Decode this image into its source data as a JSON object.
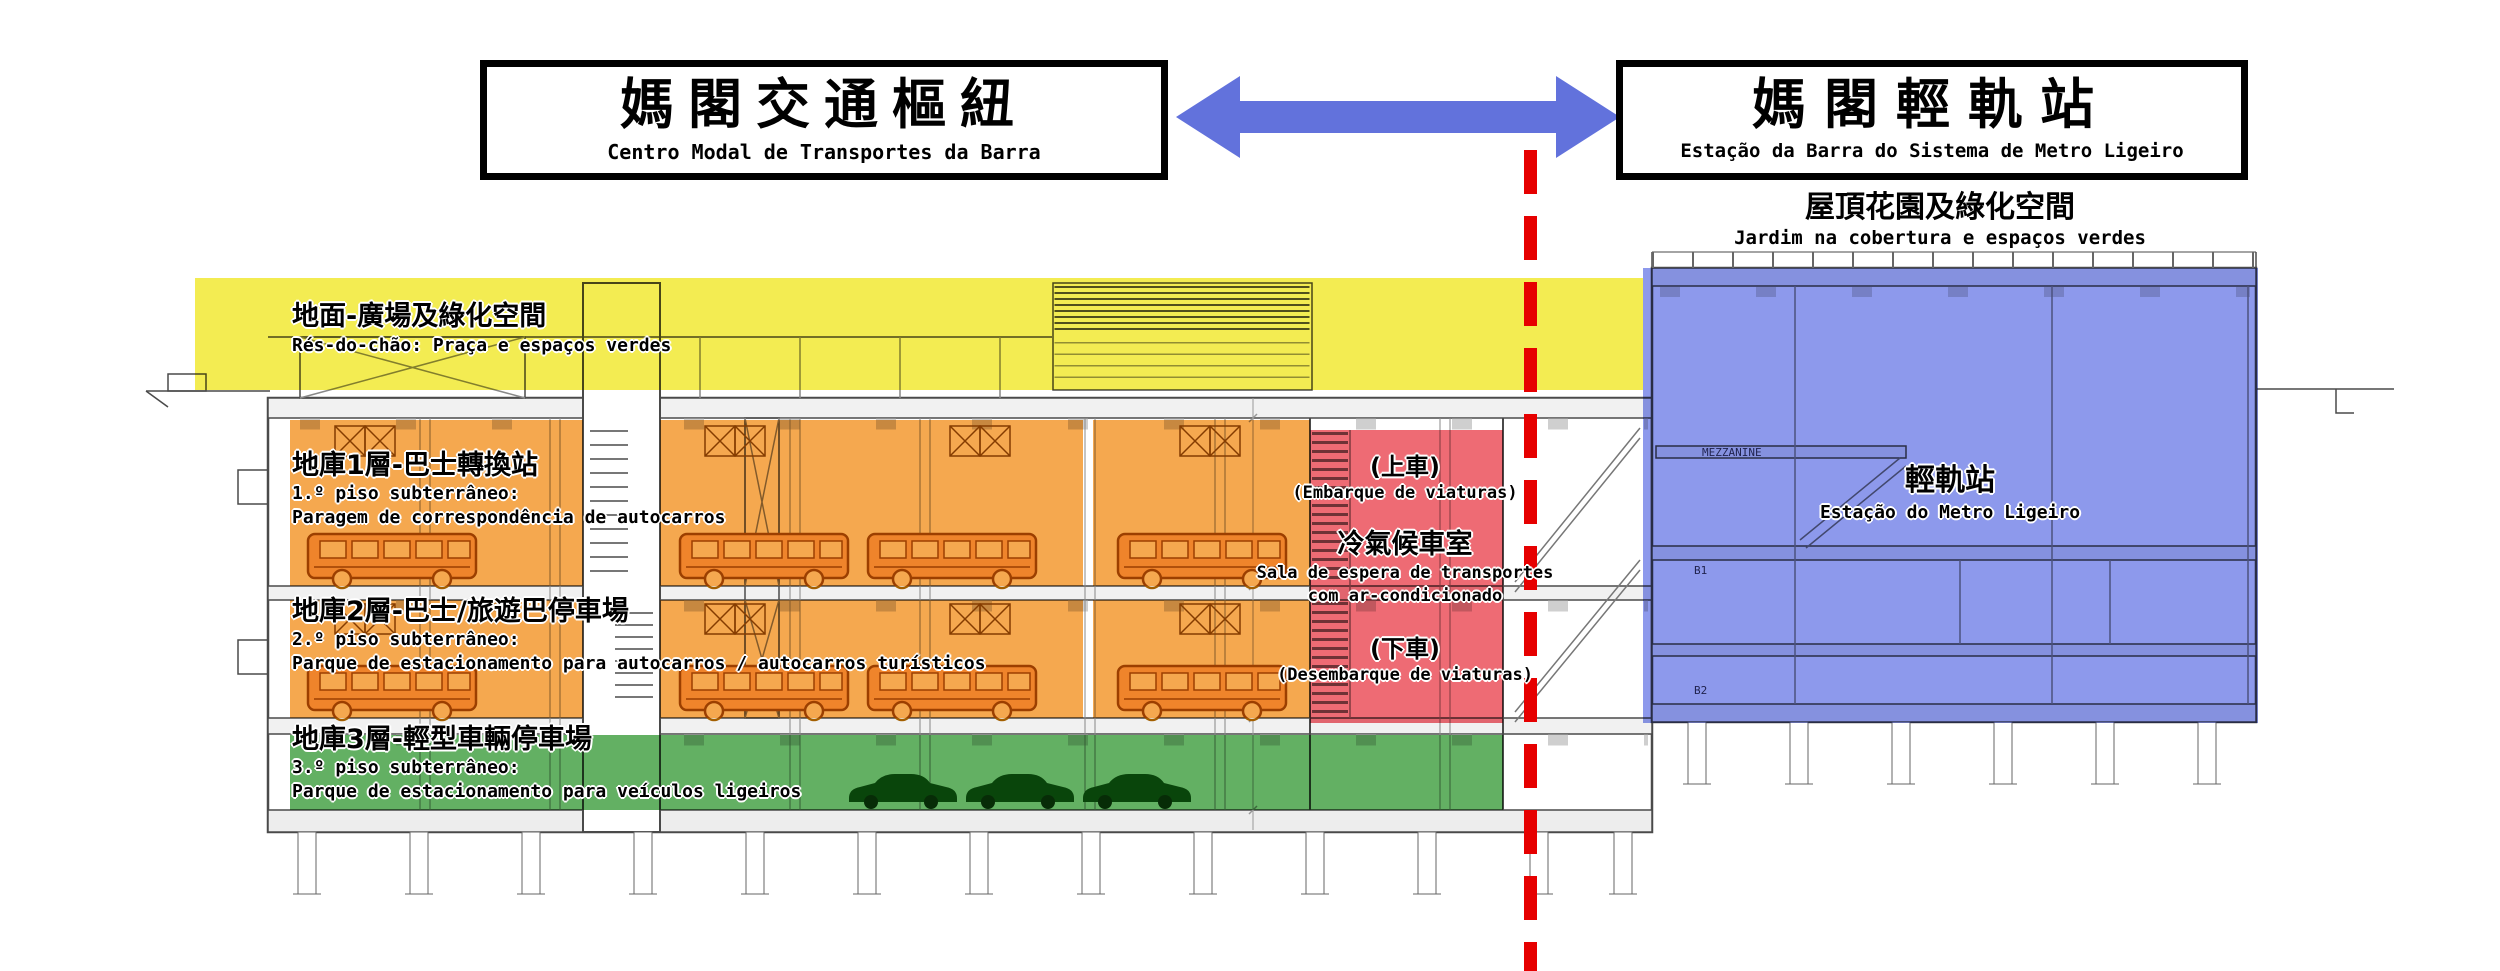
{
  "header": {
    "hub": {
      "title_zh": "媽閣交通樞紐",
      "title_pt": "Centro Modal de Transportes da Barra"
    },
    "station": {
      "title_zh": "媽閣輕軌站",
      "title_pt": "Estação da Barra do Sistema de Metro Ligeiro"
    }
  },
  "roof_garden": {
    "label_zh": "屋頂花園及綠化空間",
    "label_pt": "Jardim na cobertura e espaços verdes"
  },
  "zones": {
    "ground": {
      "label_zh": "地面-廣場及綠化空間",
      "label_pt": "Rés-do-chão: Praça e espaços verdes"
    },
    "b1": {
      "label_zh": "地庫1層-巴士轉換站",
      "label_pt_line1": "1.º piso subterrâneo:",
      "label_pt_line2": "Paragem de correspondência de autocarros"
    },
    "b2": {
      "label_zh": "地庫2層-巴士/旅遊巴停車場",
      "label_pt_line1": "2.º piso subterrâneo:",
      "label_pt_line2": "Parque de estacionamento para autocarros / autocarros turísticos"
    },
    "b3": {
      "label_zh": "地庫3層-輕型車輛停車場",
      "label_pt_line1": "3.º piso subterrâneo:",
      "label_pt_line2": "Parque de estacionamento para veículos ligeiros"
    },
    "waiting_room": {
      "boarding_zh": "(上車)",
      "boarding_pt": "(Embarque de viaturas)",
      "room_zh": "冷氣候車室",
      "room_pt_line1": "Sala de espera de transportes",
      "room_pt_line2": "com ar-condicionado",
      "alighting_zh": "(下車)",
      "alighting_pt": "(Desembarque de viaturas)"
    },
    "lrt_station": {
      "label_zh": "輕軌站",
      "label_pt": "Estação do Metro Ligeiro"
    }
  },
  "drawing_annotations": {
    "mezzanine": "MEZZANINE",
    "level_b1": "B1",
    "level_b2": "B2"
  },
  "colors": {
    "ground_zone": "#f3ec52",
    "bus_zone": "#f5a84f",
    "waiting_zone": "#ee6b74",
    "parking_zone": "#63b063",
    "lrt_zone": "#8d99ec",
    "divider": "#e60000",
    "arrow": "#6272dc"
  }
}
